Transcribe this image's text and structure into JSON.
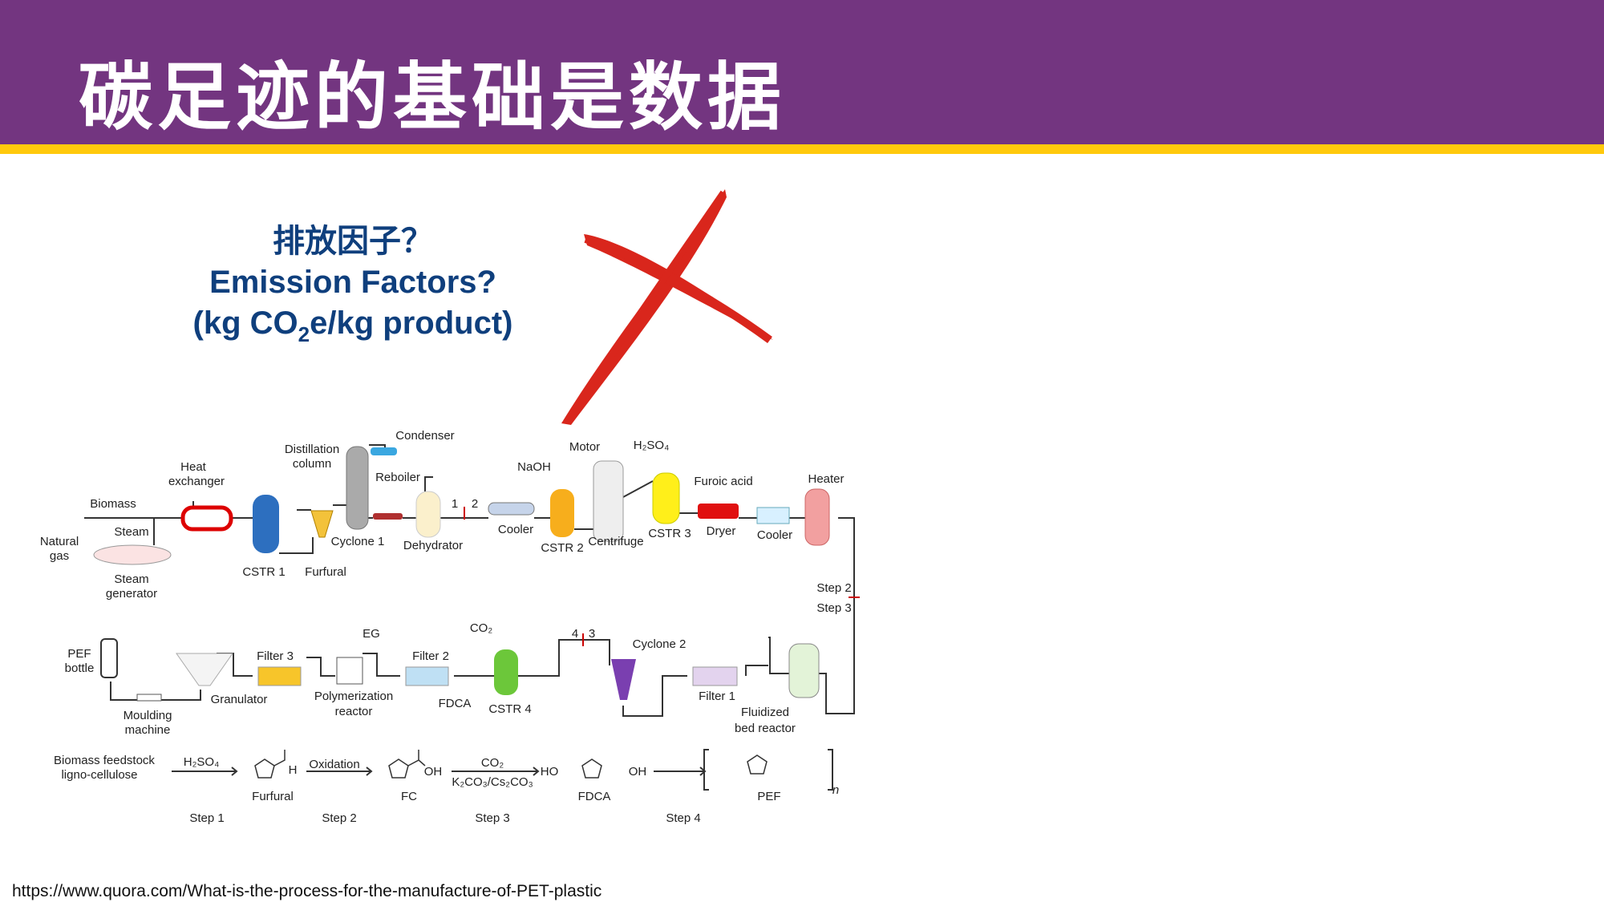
{
  "slide": {
    "title": "碳足迹的基础是数据",
    "subtitle": {
      "line1": "排放因子？",
      "line2": "Emission Factors?",
      "line3_pre": "(kg CO",
      "line3_sub": "2",
      "line3_post": "e/kg product)"
    },
    "source_url": "https://www.quora.com/What-is-the-process-for-the-manufacture-of-PET-plastic"
  },
  "colors": {
    "title_bar": "#733580",
    "accent": "#FFC90C",
    "subtitle": "#0F3F7D",
    "cross": "#D9261C"
  },
  "diagram": {
    "row1": {
      "natural": "Natural",
      "gas": "gas",
      "biomass": "Biomass",
      "steam": "Steam",
      "steam_gen1": "Steam",
      "steam_gen2": "generator",
      "heat1": "Heat",
      "heat2": "exchanger",
      "cstr1": "CSTR 1",
      "furfural": "Furfural",
      "cyclone1": "Cyclone 1",
      "distill1": "Distillation",
      "distill2": "column",
      "condenser": "Condenser",
      "reboiler": "Reboiler",
      "dehydrator": "Dehydrator",
      "m1": "1",
      "m2": "2",
      "cooler1": "Cooler",
      "naoh": "NaOH",
      "cstr2": "CSTR 2",
      "motor": "Motor",
      "centrifuge": "Centrifuge",
      "h2so4": "H₂SO₄",
      "cstr3": "CSTR 3",
      "furoic": "Furoic acid",
      "dryer": "Dryer",
      "cooler2": "Cooler",
      "heater": "Heater",
      "step2": "Step 2",
      "step3": "Step 3"
    },
    "row2": {
      "pef1": "PEF",
      "pef2": "bottle",
      "mould1": "Moulding",
      "mould2": "machine",
      "granulator": "Granulator",
      "filter3": "Filter 3",
      "eg": "EG",
      "poly1": "Polymerization",
      "poly2": "reactor",
      "filter2": "Filter 2",
      "fdca": "FDCA",
      "co2": "CO₂",
      "cstr4": "CSTR 4",
      "m4": "4",
      "m3": "3",
      "cyclone2": "Cyclone 2",
      "filter1": "Filter 1",
      "fluid1": "Fluidized",
      "fluid2": "bed reactor"
    },
    "chem": {
      "feed1": "Biomass feedstock",
      "feed2": "ligno-cellulose",
      "h2so4": "H₂SO₄",
      "oxidation": "Oxidation",
      "co2": "CO₂",
      "catalyst": "K₂CO₃/Cs₂CO₃",
      "furfural": "Furfural",
      "fc": "FC",
      "fdca": "FDCA",
      "pef": "PEF",
      "n": "n",
      "h": "H",
      "oh1": "OH",
      "ho": "HO",
      "oh2": "OH",
      "step1": "Step 1",
      "step2": "Step 2",
      "step3": "Step 3",
      "step4": "Step 4"
    }
  }
}
